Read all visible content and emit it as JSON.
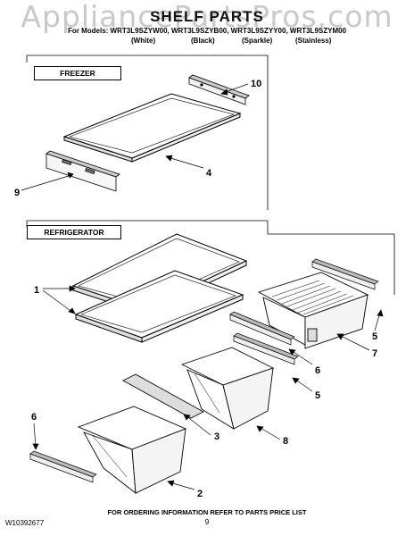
{
  "watermark": "AppliancePartsPros.com",
  "header": {
    "title": "SHELF PARTS",
    "models_line": "For Models: WRT3L9SZYW00, WRT3L9SZYB00, WRT3L9SZYY00, WRT3L9SZYM00",
    "variants": [
      "(White)",
      "(Black)",
      "(Sparkle)",
      "(Stainless)"
    ]
  },
  "sections": {
    "freezer": "FREEZER",
    "refrigerator": "REFRIGERATOR"
  },
  "callouts": {
    "c10": "10",
    "c4": "4",
    "c9": "9",
    "c1": "1",
    "c5a": "5",
    "c7": "7",
    "c6a": "6",
    "c5b": "5",
    "c3": "3",
    "c8": "8",
    "c6b": "6",
    "c2": "2"
  },
  "footer": {
    "doc_number": "W10392677",
    "ordering_info": "FOR ORDERING INFORMATION REFER TO PARTS PRICE LIST",
    "page_number": "9"
  }
}
